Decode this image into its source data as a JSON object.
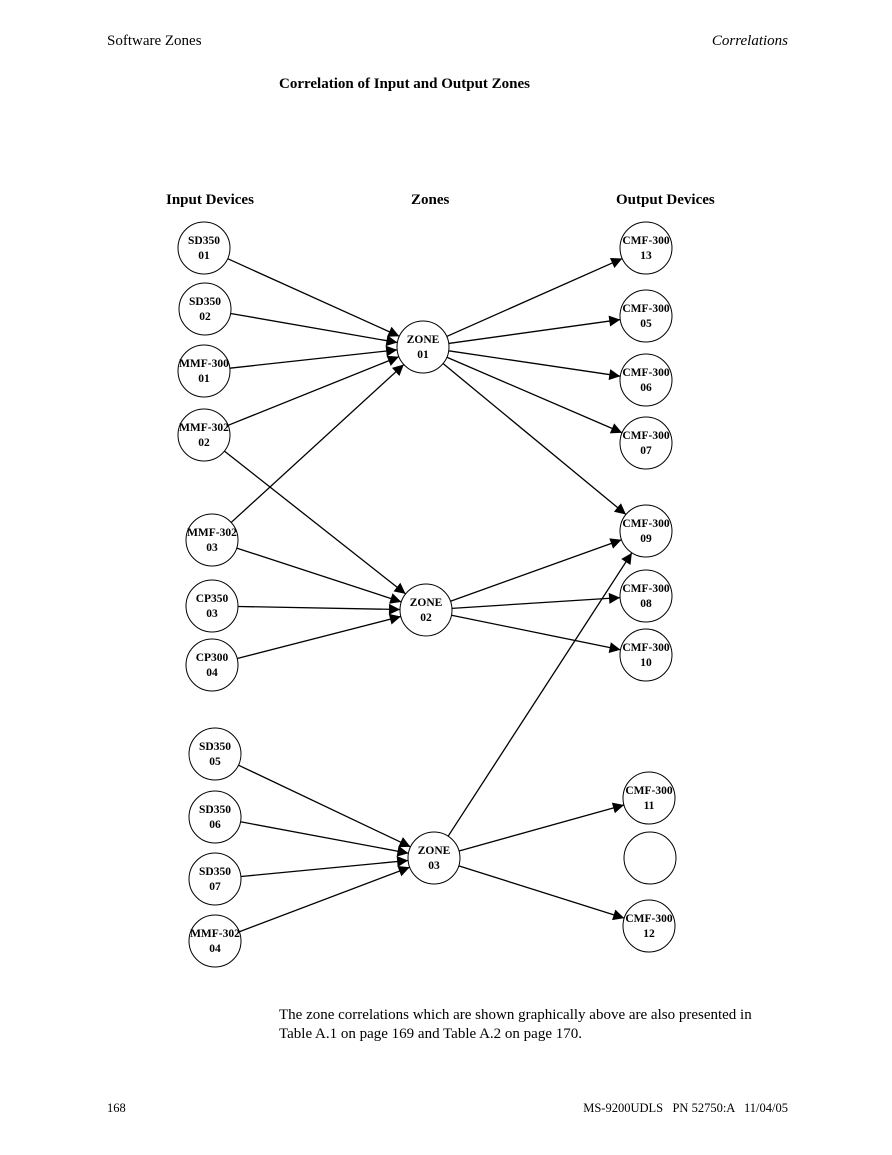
{
  "header": {
    "left": "Software Zones",
    "right": "Correlations"
  },
  "title": "Correlation of Input and Output Zones",
  "columns": {
    "inputs": "Input Devices",
    "zones": "Zones",
    "outputs": "Output Devices"
  },
  "diagram": {
    "nodes": [
      {
        "id": "in1",
        "line1": "SD350",
        "line2": "01"
      },
      {
        "id": "in2",
        "line1": "SD350",
        "line2": "02"
      },
      {
        "id": "in3",
        "line1": "MMF-300",
        "line2": "01"
      },
      {
        "id": "in4",
        "line1": "MMF-302",
        "line2": "02"
      },
      {
        "id": "in5",
        "line1": "MMF-302",
        "line2": "03"
      },
      {
        "id": "in6",
        "line1": "CP350",
        "line2": "03"
      },
      {
        "id": "in7",
        "line1": "CP300",
        "line2": "04"
      },
      {
        "id": "in8",
        "line1": "SD350",
        "line2": "05"
      },
      {
        "id": "in9",
        "line1": "SD350",
        "line2": "06"
      },
      {
        "id": "in10",
        "line1": "SD350",
        "line2": "07"
      },
      {
        "id": "in11",
        "line1": "MMF-302",
        "line2": "04"
      },
      {
        "id": "z1",
        "line1": "ZONE",
        "line2": "01"
      },
      {
        "id": "z2",
        "line1": "ZONE",
        "line2": "02"
      },
      {
        "id": "z3",
        "line1": "ZONE",
        "line2": "03"
      },
      {
        "id": "out1",
        "line1": "CMF-300",
        "line2": "13"
      },
      {
        "id": "out2",
        "line1": "CMF-300",
        "line2": "05"
      },
      {
        "id": "out3",
        "line1": "CMF-300",
        "line2": "06"
      },
      {
        "id": "out4",
        "line1": "CMF-300",
        "line2": "07"
      },
      {
        "id": "out5",
        "line1": "CMF-300",
        "line2": "09"
      },
      {
        "id": "out6",
        "line1": "CMF-300",
        "line2": "08"
      },
      {
        "id": "out7",
        "line1": "CMF-300",
        "line2": "10"
      },
      {
        "id": "out8",
        "line1": "CMF-300",
        "line2": "11"
      },
      {
        "id": "out9",
        "line1": "",
        "line2": ""
      },
      {
        "id": "out10",
        "line1": "CMF-300",
        "line2": "12"
      }
    ],
    "edges": [
      [
        "in1",
        "z1"
      ],
      [
        "in2",
        "z1"
      ],
      [
        "in3",
        "z1"
      ],
      [
        "in4",
        "z1"
      ],
      [
        "in5",
        "z1"
      ],
      [
        "in4",
        "z2"
      ],
      [
        "in5",
        "z2"
      ],
      [
        "in6",
        "z2"
      ],
      [
        "in7",
        "z2"
      ],
      [
        "in8",
        "z3"
      ],
      [
        "in9",
        "z3"
      ],
      [
        "in10",
        "z3"
      ],
      [
        "in11",
        "z3"
      ],
      [
        "z1",
        "out1"
      ],
      [
        "z1",
        "out2"
      ],
      [
        "z1",
        "out3"
      ],
      [
        "z1",
        "out4"
      ],
      [
        "z1",
        "out5"
      ],
      [
        "z2",
        "out5"
      ],
      [
        "z2",
        "out6"
      ],
      [
        "z2",
        "out7"
      ],
      [
        "z3",
        "out5"
      ],
      [
        "z3",
        "out8"
      ],
      [
        "z3",
        "out10"
      ]
    ]
  },
  "note": "The zone correlations which are shown graphically above are also presented in Table A.1 on page 169 and Table A.2 on page 170.",
  "footer": {
    "page_number": "168",
    "doc_id": "MS-9200UDLS   PN 52750:A   11/04/05"
  }
}
